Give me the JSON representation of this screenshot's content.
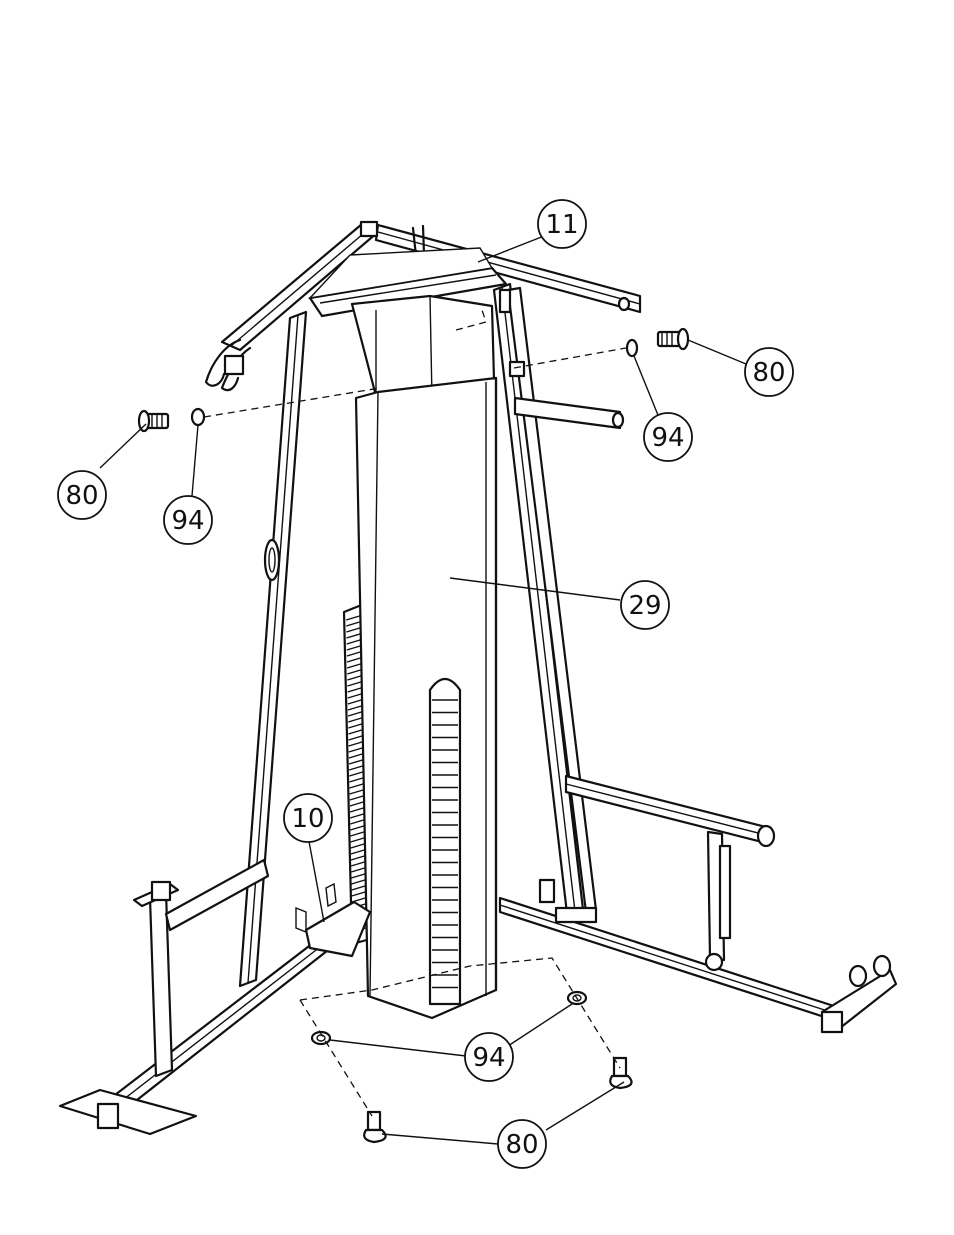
{
  "callouts": {
    "c11": "11",
    "c80_right": "80",
    "c94_right": "94",
    "c80_left": "80",
    "c94_left": "94",
    "c29": "29",
    "c10": "10",
    "c94_bottom": "94",
    "c80_bottom": "80"
  },
  "colors": {
    "line": "#111111",
    "background": "#ffffff"
  }
}
